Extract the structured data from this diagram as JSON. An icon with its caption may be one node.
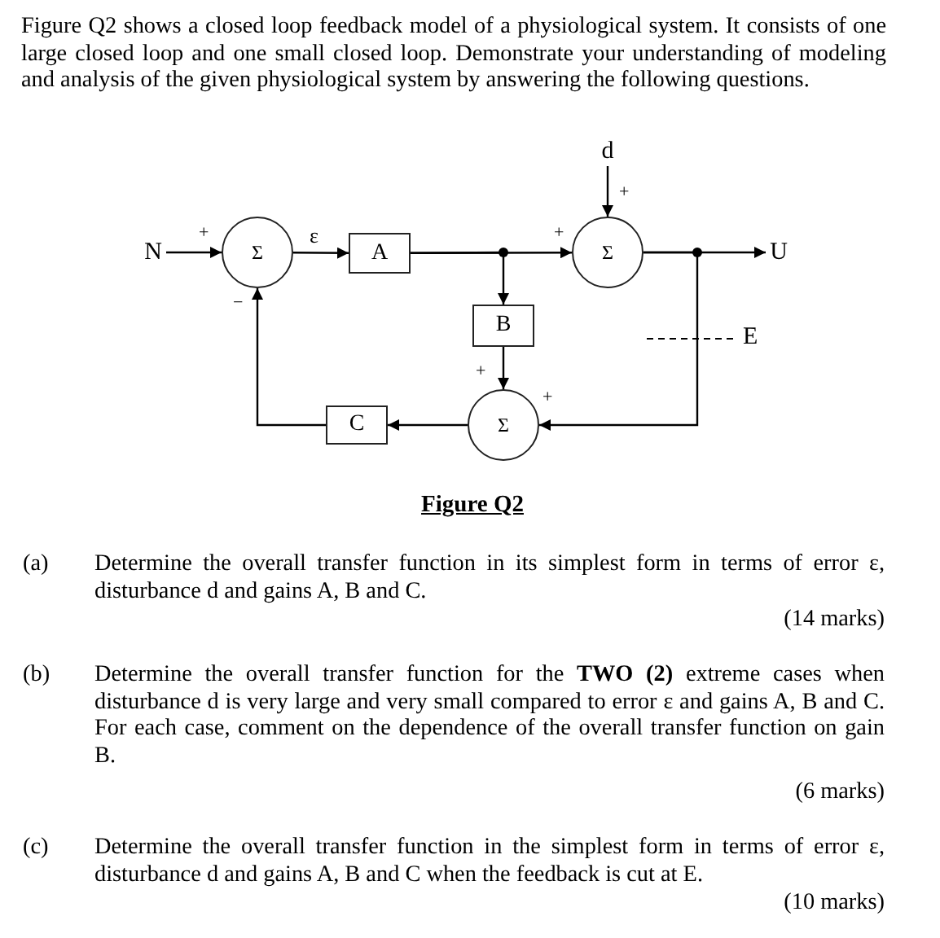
{
  "diagram": {
    "caption": "Figure Q2",
    "nodes": [
      {
        "text": [
          "N"
        ]
      },
      {
        "text": [
          "Σ"
        ]
      },
      {
        "text": [
          "A"
        ]
      },
      {
        "text": [
          "Σ"
        ]
      },
      {
        "text": [
          "B"
        ]
      },
      {
        "text": [
          "Σ"
        ]
      },
      {
        "text": [
          "C"
        ]
      },
      {
        "text": [
          "d"
        ]
      },
      {
        "text": [
          "U"
        ]
      }
    ],
    "edges": [
      {
        "from": 0,
        "to": 1,
        "arrow": "to"
      },
      {
        "from": 1,
        "to": 2,
        "arrow": "to",
        "label": "ε"
      },
      {
        "from": 2,
        "to": 3,
        "arrow": "to"
      },
      {
        "from": 2,
        "to": 4,
        "arrow": "to"
      },
      {
        "from": 7,
        "to": 3,
        "arrow": "to"
      },
      {
        "from": 3,
        "to": 8,
        "arrow": "to"
      },
      {
        "from": 3,
        "to": 5,
        "arrow": "to"
      },
      {
        "from": 4,
        "to": 5,
        "arrow": "to"
      },
      {
        "from": 5,
        "to": 6,
        "arrow": "to"
      },
      {
        "from": 6,
        "to": 1,
        "arrow": "to"
      }
    ],
    "labels": [
      "Figure Q2 shows a closed loop feedback model of a physiological system. It consists of one large closed loop and one small closed loop. Demonstrate your understanding of modeling and analysis of the given physiological system by answering the following questions.",
      "+",
      "+",
      "+",
      "−",
      "E",
      "+",
      "+",
      "(a)",
      "Determine the overall transfer function in its simplest form in terms of error ε, disturbance d and gains A, B and C.",
      "(14 marks)",
      "(b)",
      "Determine the overall transfer function for the **TWO (2)** extreme cases when disturbance d is very large and very small compared to error ε and gains A, B and C. For each case, comment on the dependence of the overall transfer function on gain B.",
      "(6 marks)",
      "(c)",
      "Determine the overall transfer function in the simplest form in terms of error ε, disturbance d and gains A, B and C when the feedback is cut at E.",
      "(10 marks)"
    ]
  }
}
